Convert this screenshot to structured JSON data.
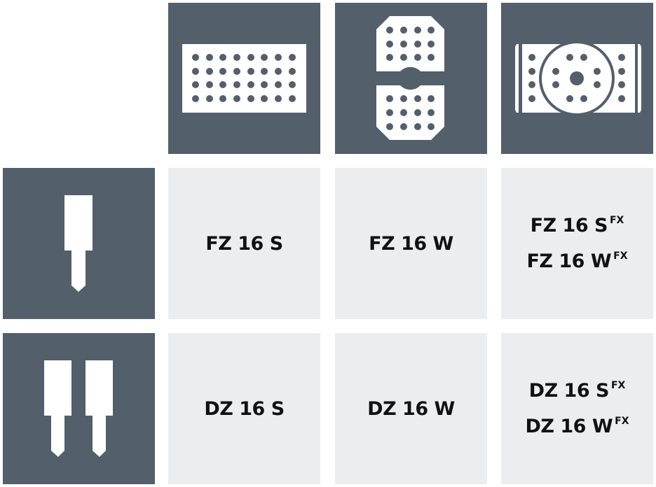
{
  "colors": {
    "header_bg": "#535f6b",
    "cell_bg": "#ecedef",
    "icon_fill": "#ffffff",
    "text": "#111111"
  },
  "column_headers": [
    {
      "icon": "rectangular-perforated-plate-icon",
      "description": "Rectangular plate with 4x8 hole grid"
    },
    {
      "icon": "split-octagonal-plate-icon",
      "description": "Two chamfered plates with 3x4 hole grids and central round cut-out"
    },
    {
      "icon": "round-clamping-plate-icon",
      "description": "Rectangular plate with circular insert, hole pattern and central hole"
    }
  ],
  "row_headers": [
    {
      "icon": "single-stud-icon",
      "description": "Single clamping stud"
    },
    {
      "icon": "double-stud-icon",
      "description": "Double clamping stud"
    }
  ],
  "rows": [
    {
      "cells": [
        {
          "lines": [
            {
              "text": "FZ 16 S",
              "sup": ""
            }
          ]
        },
        {
          "lines": [
            {
              "text": "FZ 16 W",
              "sup": ""
            }
          ]
        },
        {
          "lines": [
            {
              "text": "FZ 16 S",
              "sup": "FX"
            },
            {
              "text": "FZ 16 W",
              "sup": "FX"
            }
          ]
        }
      ]
    },
    {
      "cells": [
        {
          "lines": [
            {
              "text": "DZ 16 S",
              "sup": ""
            }
          ]
        },
        {
          "lines": [
            {
              "text": "DZ 16 W",
              "sup": ""
            }
          ]
        },
        {
          "lines": [
            {
              "text": "DZ 16 S",
              "sup": "FX"
            },
            {
              "text": "DZ 16 W",
              "sup": "FX"
            }
          ]
        }
      ]
    }
  ]
}
